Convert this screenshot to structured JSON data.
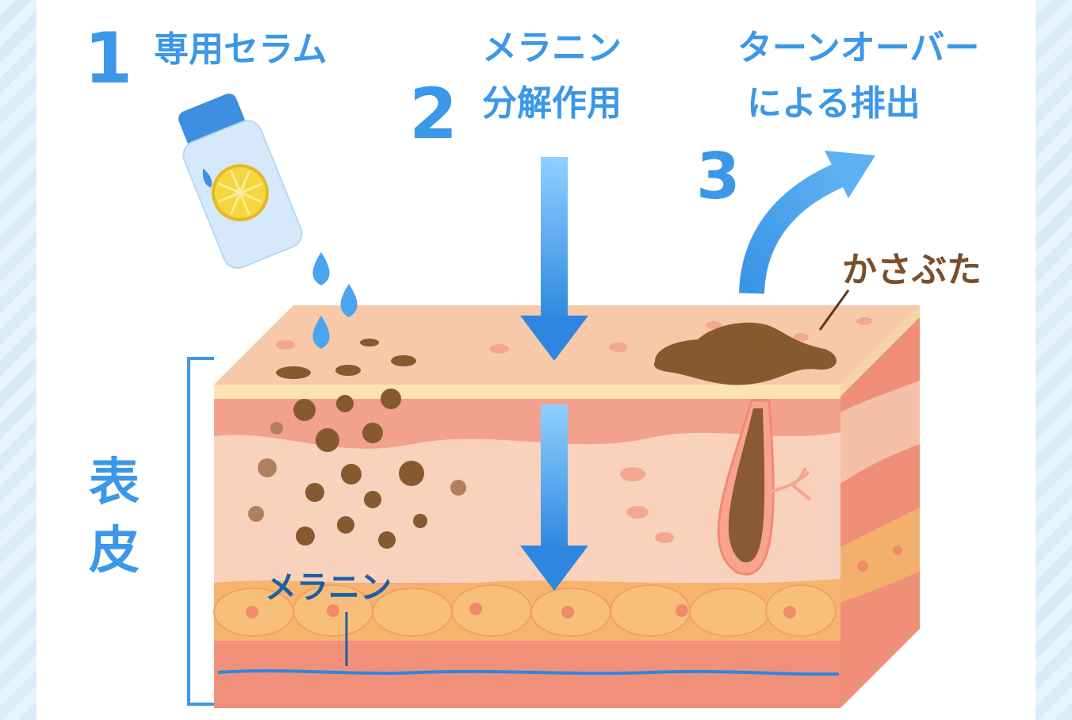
{
  "steps": [
    {
      "number": "1",
      "label": "専用セラム"
    },
    {
      "number": "2",
      "label_line1": "メラニン",
      "label_line2": "分解作用"
    },
    {
      "number": "3",
      "label_line1": "ターンオーバー",
      "label_line2": "による排出"
    }
  ],
  "labels": {
    "scab": "かさぶた",
    "epidermis_line1": "表",
    "epidermis_line2": "皮",
    "melanin": "メラニン"
  },
  "colors": {
    "accent": "#3b97e8",
    "scab": "#7a4e2a",
    "melanin_dot": "#7a4e2a",
    "skin_top": "#f6c9a8",
    "skin_side": "#f08f78"
  }
}
